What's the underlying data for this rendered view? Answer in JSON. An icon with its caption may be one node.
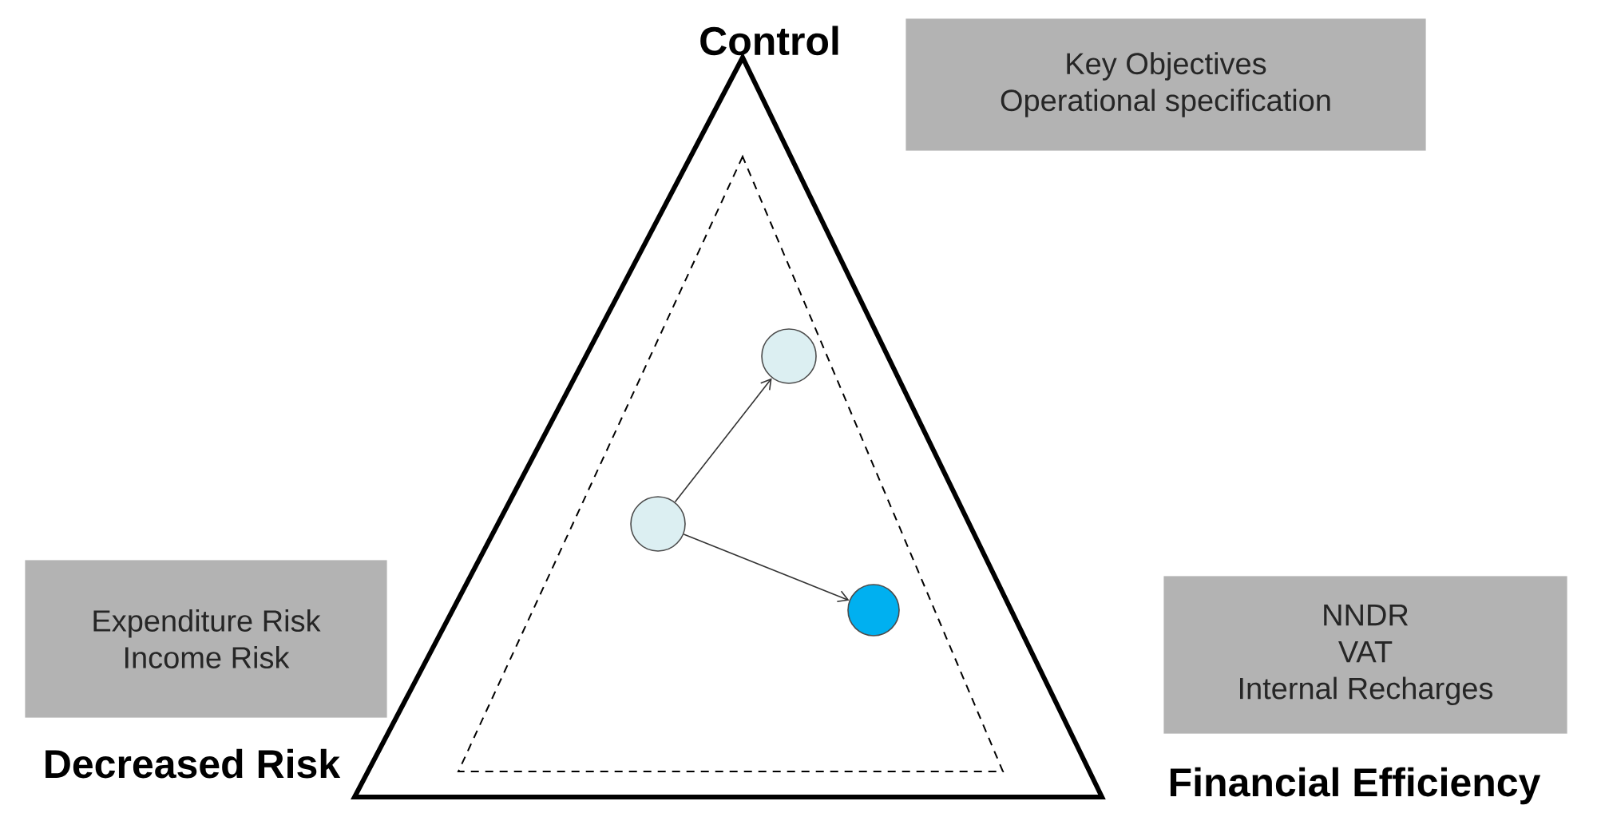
{
  "diagram": {
    "nodes": [
      {
        "text": [
          "Key Objectives",
          "Operational specification"
        ]
      },
      {
        "text": [],
        "shape": "circle"
      },
      {
        "text": [],
        "shape": "circle"
      },
      {
        "text": [
          "Expenditure Risk",
          "Income Risk"
        ]
      },
      {
        "text": [],
        "shape": "circle"
      },
      {
        "text": [
          "NNDR",
          "VAT",
          "Internal Recharges"
        ]
      }
    ],
    "edges": [
      {
        "from": 2,
        "to": 1,
        "arrow": "to"
      },
      {
        "from": 2,
        "to": 4,
        "arrow": "to"
      }
    ],
    "labels": [
      "Control",
      "Decreased Risk",
      "Financial Efficiency"
    ]
  }
}
